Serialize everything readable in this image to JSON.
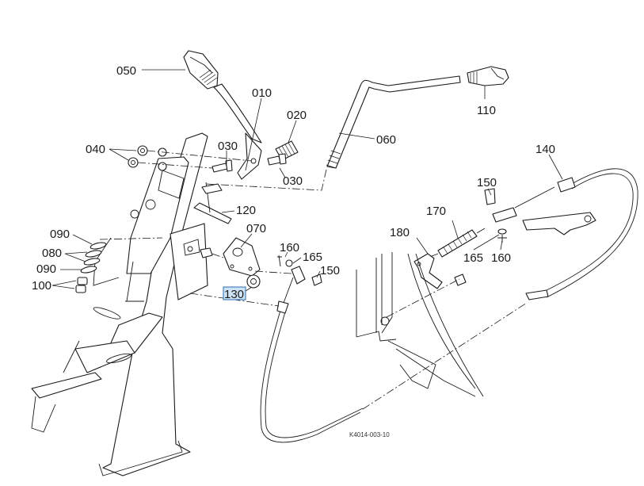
{
  "diagram": {
    "title": "Exploded parts diagram - hand throttle / lever assembly",
    "drawing_code": "K4014-003-10",
    "highlight_color": "#cfe3f7",
    "highlight_border": "#2b6cb0",
    "labels": {
      "p050": "050",
      "p010": "010",
      "p020": "020",
      "p030a": "030",
      "p030b": "030",
      "p040": "040",
      "p060": "060",
      "p110": "110",
      "p140": "140",
      "p150a": "150",
      "p150b": "150",
      "p170": "170",
      "p180": "180",
      "p165a": "165",
      "p165b": "165",
      "p160a": "160",
      "p160b": "160",
      "p120": "120",
      "p070": "070",
      "p090a": "090",
      "p080": "080",
      "p090b": "090",
      "p100": "100",
      "p130": "130"
    },
    "highlighted_part": "130"
  }
}
